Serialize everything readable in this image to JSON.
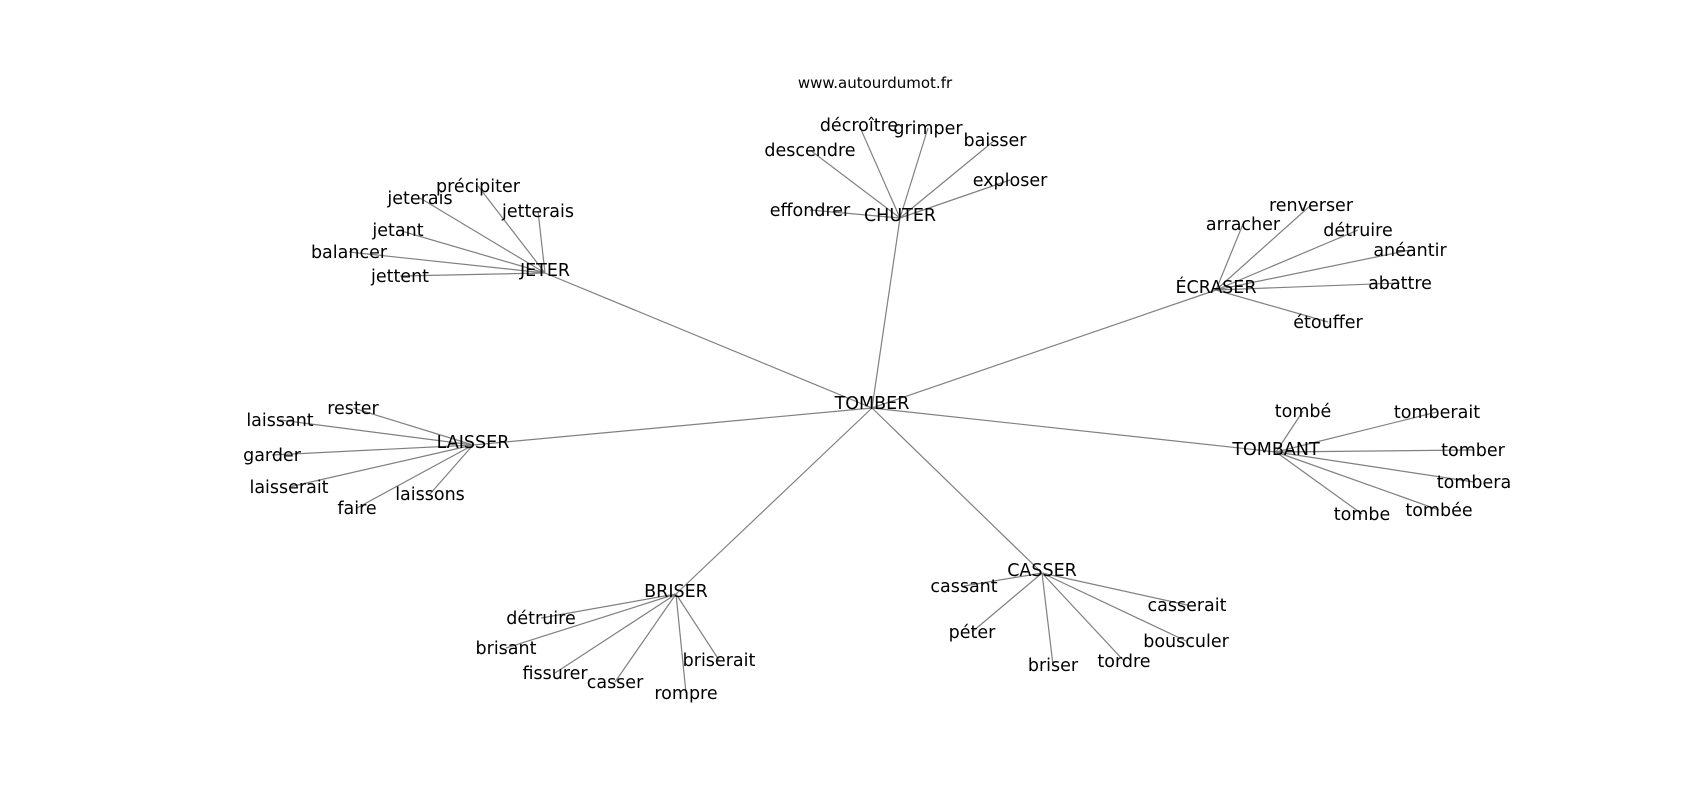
{
  "source": "www.autourdumot.fr",
  "colors": {
    "edge": "#808080",
    "text": "#000000",
    "background": "#ffffff"
  },
  "root": "TOMBER",
  "groups": [
    {
      "hub": "JETER",
      "words": [
        "précipiter",
        "jeterais",
        "jetterais",
        "jetant",
        "balancer",
        "jettent"
      ]
    },
    {
      "hub": "CHUTER",
      "words": [
        "décroître",
        "grimper",
        "baisser",
        "descendre",
        "exploser",
        "effondrer"
      ]
    },
    {
      "hub": "ÉCRASER",
      "words": [
        "renverser",
        "arracher",
        "détruire",
        "anéantir",
        "abattre",
        "étouffer"
      ]
    },
    {
      "hub": "LAISSER",
      "words": [
        "rester",
        "laissant",
        "garder",
        "laisserait",
        "faire",
        "laissons"
      ]
    },
    {
      "hub": "TOMBANT",
      "words": [
        "tombé",
        "tomberait",
        "tomber",
        "tombera",
        "tombée",
        "tombe"
      ]
    },
    {
      "hub": "BRISER",
      "words": [
        "détruire",
        "brisant",
        "fissurer",
        "casser",
        "rompre",
        "briserait"
      ]
    },
    {
      "hub": "CASSER",
      "words": [
        "cassant",
        "péter",
        "briser",
        "tordre",
        "bousculer",
        "casserait"
      ]
    }
  ]
}
